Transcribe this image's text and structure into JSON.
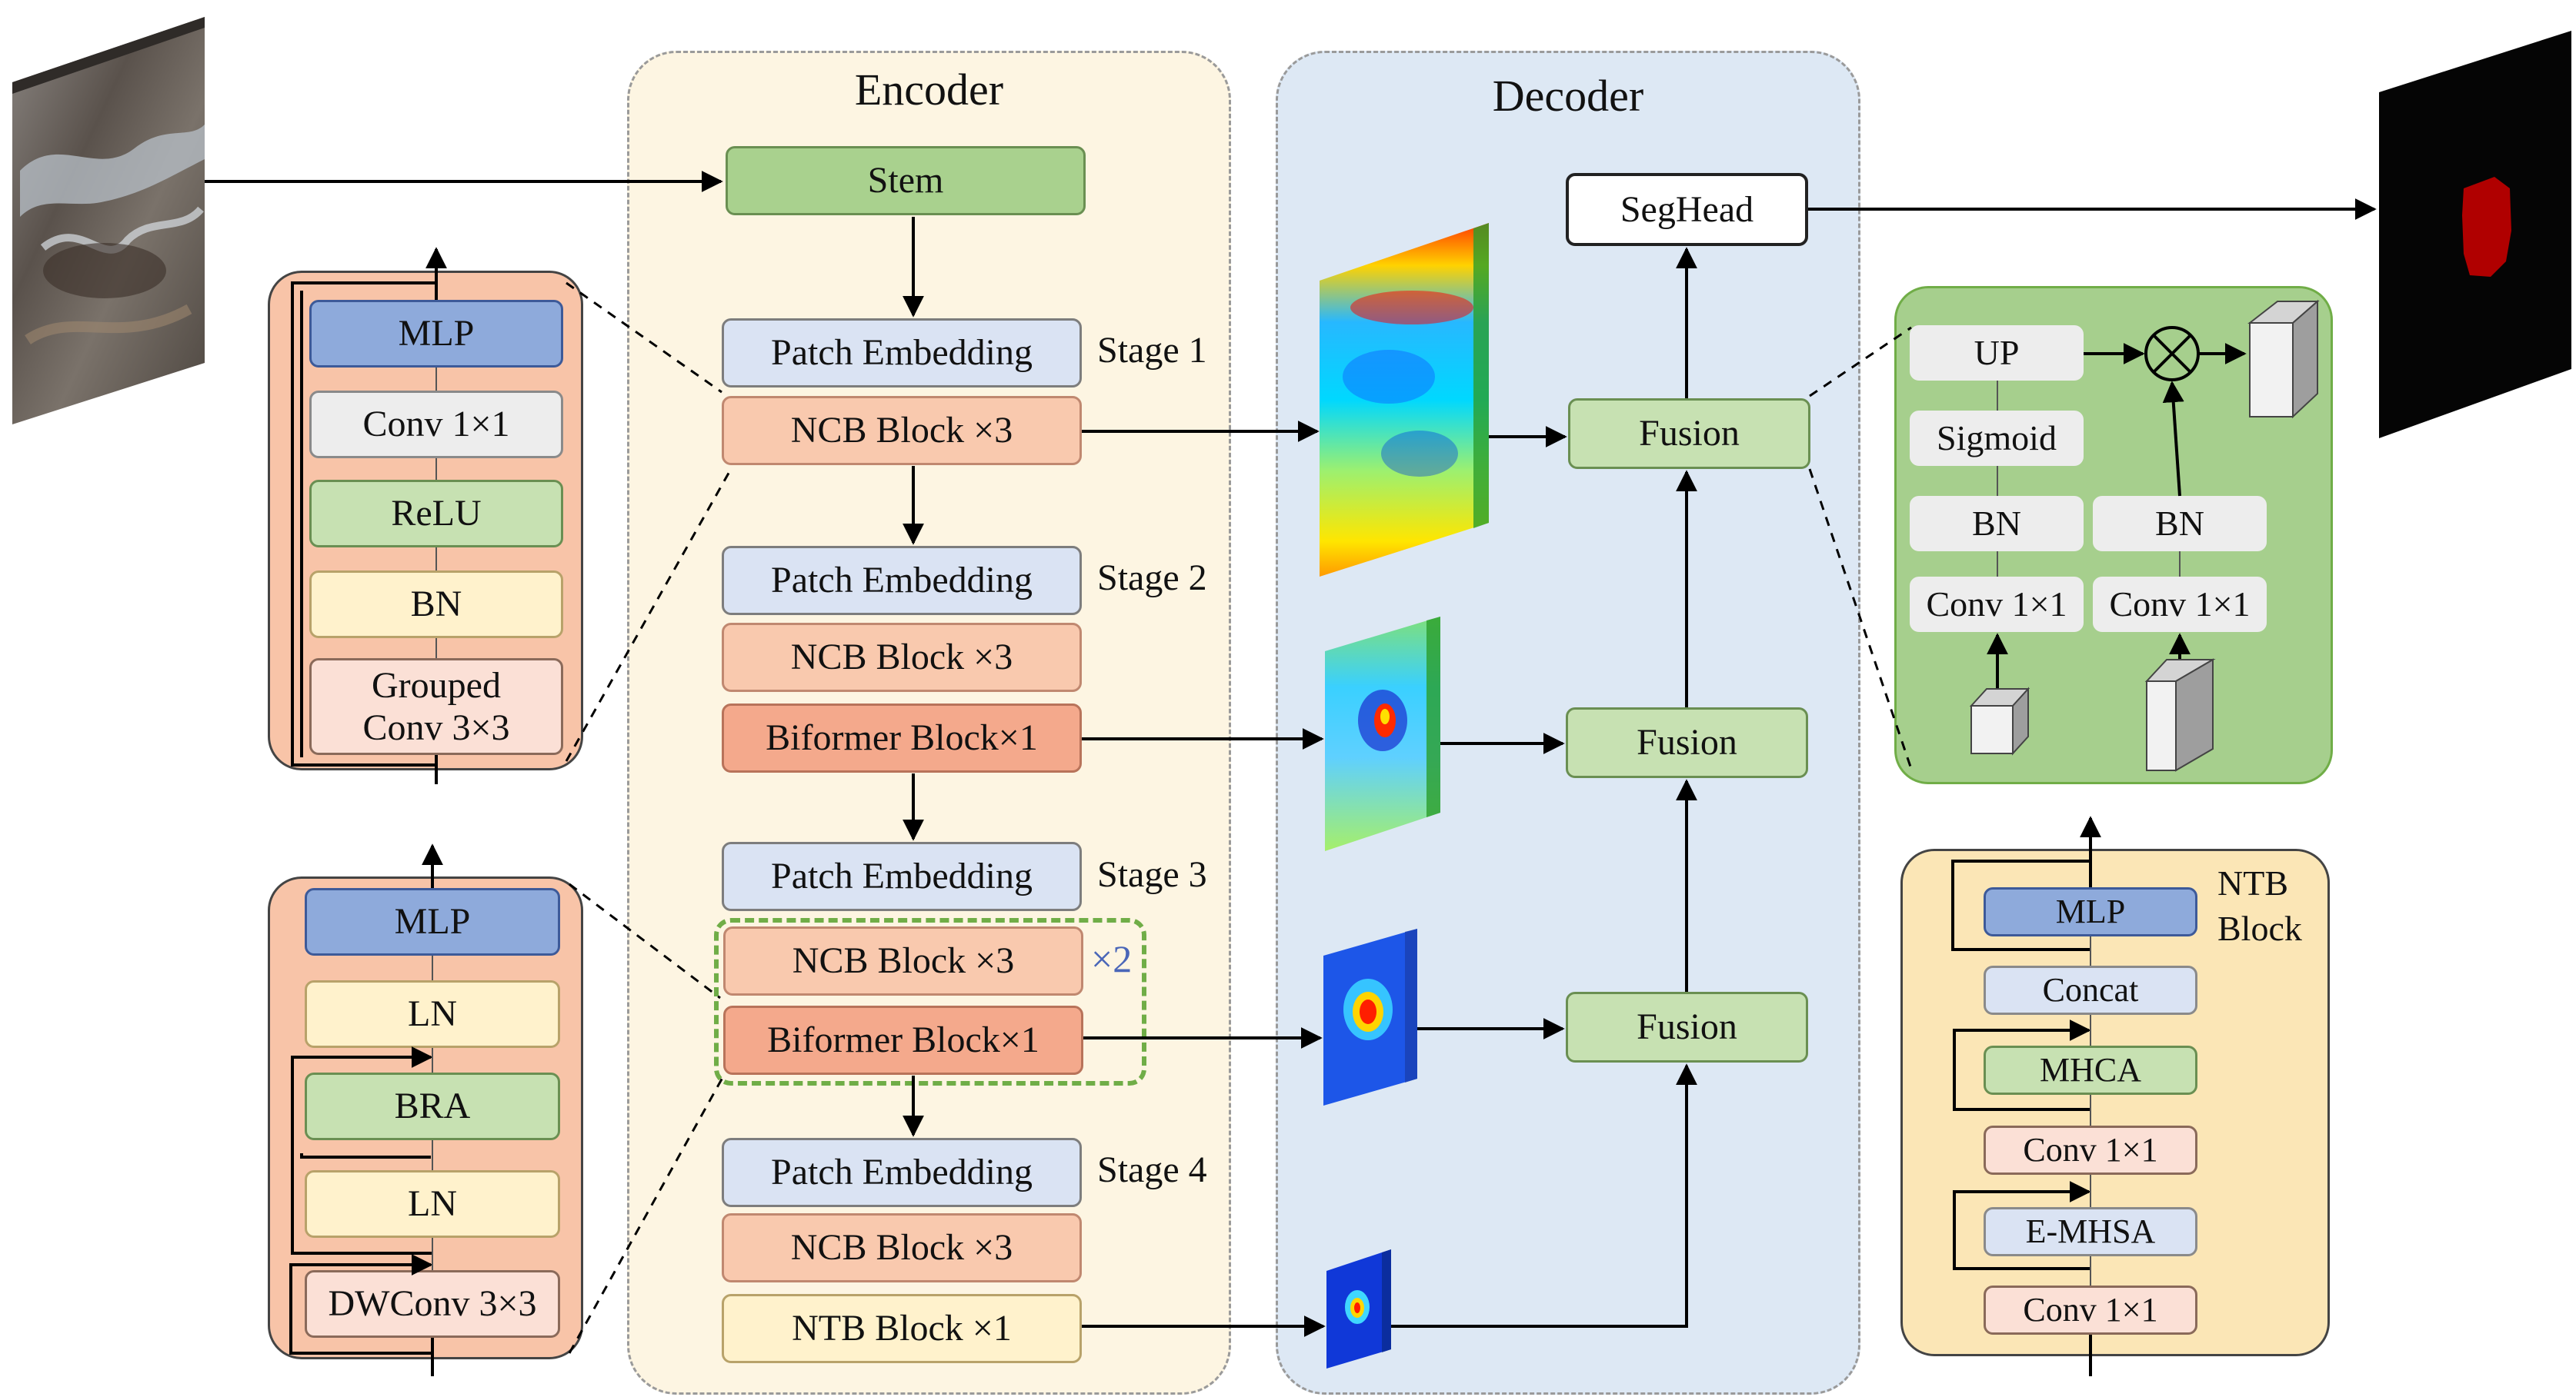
{
  "colors": {
    "encoder_bg": "#fdf5e2",
    "decoder_bg": "#dde8f4",
    "ncb_panel_bg": "#f8c4a8",
    "biformer_panel_bg": "#f8c4a8",
    "fusion_panel_bg": "#a6cf8d",
    "ntb_panel_bg": "#fbe6b6",
    "green_block": "#c7e1b2",
    "stem_green": "#a9d18e",
    "blue_block": "#8eaadb",
    "light_blue_block": "#dae3f3",
    "salmon_block": "#f9c9ae",
    "red_block": "#f4a98c",
    "yellow_block": "#fff2cc",
    "gray_block": "#ededed",
    "pink_block": "#fbe0d6",
    "dashed_group": "#70ad47"
  },
  "encoder": {
    "title": "Encoder",
    "stem": "Stem",
    "stages": [
      {
        "label": "Stage 1",
        "blocks": [
          "Patch Embedding",
          "NCB Block ×3"
        ]
      },
      {
        "label": "Stage 2",
        "blocks": [
          "Patch Embedding",
          "NCB Block ×3",
          "Biformer Block×1"
        ]
      },
      {
        "label": "Stage 3",
        "blocks": [
          "Patch Embedding",
          "NCB Block ×3",
          "Biformer Block×1"
        ],
        "repeat": "×2"
      },
      {
        "label": "Stage 4",
        "blocks": [
          "Patch Embedding",
          "NCB Block ×3",
          "NTB Block ×1"
        ]
      }
    ]
  },
  "decoder": {
    "title": "Decoder",
    "seghead": "SegHead",
    "fusion": [
      "Fusion",
      "Fusion",
      "Fusion"
    ]
  },
  "ncb_panel": {
    "blocks": [
      "MLP",
      "Conv 1×1",
      "ReLU",
      "BN",
      "Grouped Conv 3×3"
    ]
  },
  "biformer_panel": {
    "blocks": [
      "MLP",
      "LN",
      "BRA",
      "LN",
      "DWConv 3×3"
    ]
  },
  "fusion_panel": {
    "up": "UP",
    "sigmoid": "Sigmoid",
    "bn_left": "BN",
    "bn_right": "BN",
    "conv_left": "Conv 1×1",
    "conv_right": "Conv 1×1",
    "multiply_icon": "multiply-icon"
  },
  "ntb_panel": {
    "title": "NTB Block",
    "blocks": [
      "MLP",
      "Concat",
      "MHCA",
      "Conv 1×1",
      "E-MHSA",
      "Conv 1×1"
    ]
  }
}
